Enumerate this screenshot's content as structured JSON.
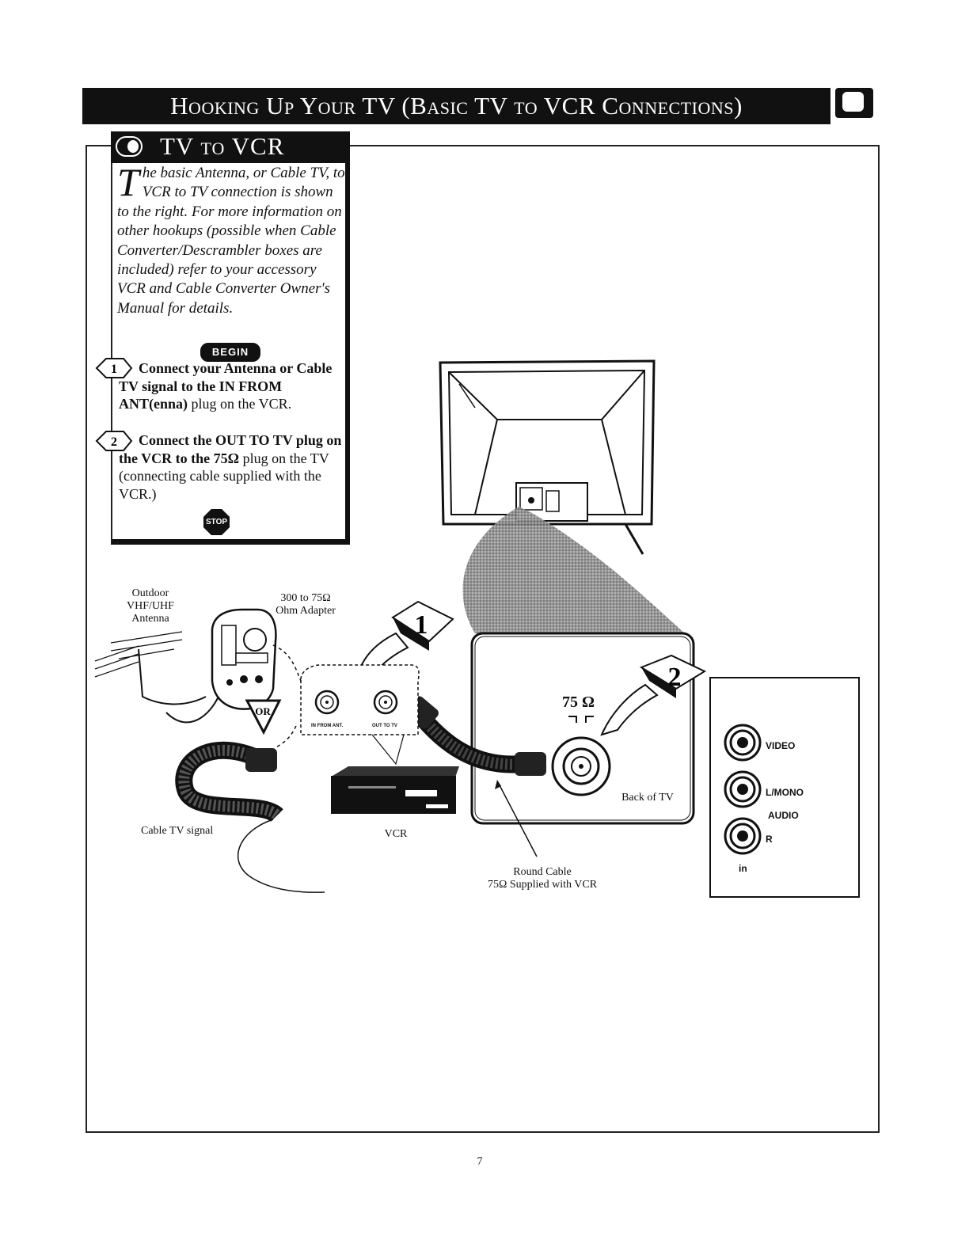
{
  "header": {
    "title": "Hooking Up Your TV (Basic TV to VCR Connections)"
  },
  "section": {
    "icon": "antenna-icon",
    "title": "TV to VCR",
    "intro_dropcap": "T",
    "intro_text": "he basic Antenna, or Cable TV, to VCR to TV connection is shown to the right. For more information on other hookups (possible when Cable Converter/Descrambler boxes are included) refer to your accessory VCR and Cable Converter Owner's Manual for details.",
    "begin_label": "BEGIN",
    "steps": [
      {
        "number": "1",
        "bold_text": "Connect your Antenna or Cable TV signal to the IN FROM ANT(enna)",
        "text": " plug on the VCR."
      },
      {
        "number": "2",
        "bold_text": "Connect the OUT TO TV plug on the VCR to the 75Ω",
        "text": " plug on the TV (connecting cable supplied with the VCR.)"
      }
    ],
    "stop_label": "STOP"
  },
  "diagram": {
    "antenna_label_line1": "Outdoor",
    "antenna_label_line2": "VHF/UHF",
    "antenna_label_line3": "Antenna",
    "adapter_label_line1": "300 to 75Ω",
    "adapter_label_line2": "Ohm Adapter",
    "or_label": "OR",
    "cable_signal_label": "Cable TV signal",
    "vcr_label": "VCR",
    "vcr_port_in": "IN FROM ANT.",
    "vcr_port_out": "OUT TO TV",
    "step1_marker": "1",
    "step2_marker": "2",
    "tv_jack_label": "75 Ω",
    "back_of_tv_label": "Back of TV",
    "round_cable_line1": "Round Cable",
    "round_cable_line2": "75Ω Supplied with VCR",
    "av_panel": {
      "video": "VIDEO",
      "lmono": "L/MONO",
      "audio": "AUDIO",
      "r": "R",
      "in": "in"
    }
  },
  "page_number": "7"
}
